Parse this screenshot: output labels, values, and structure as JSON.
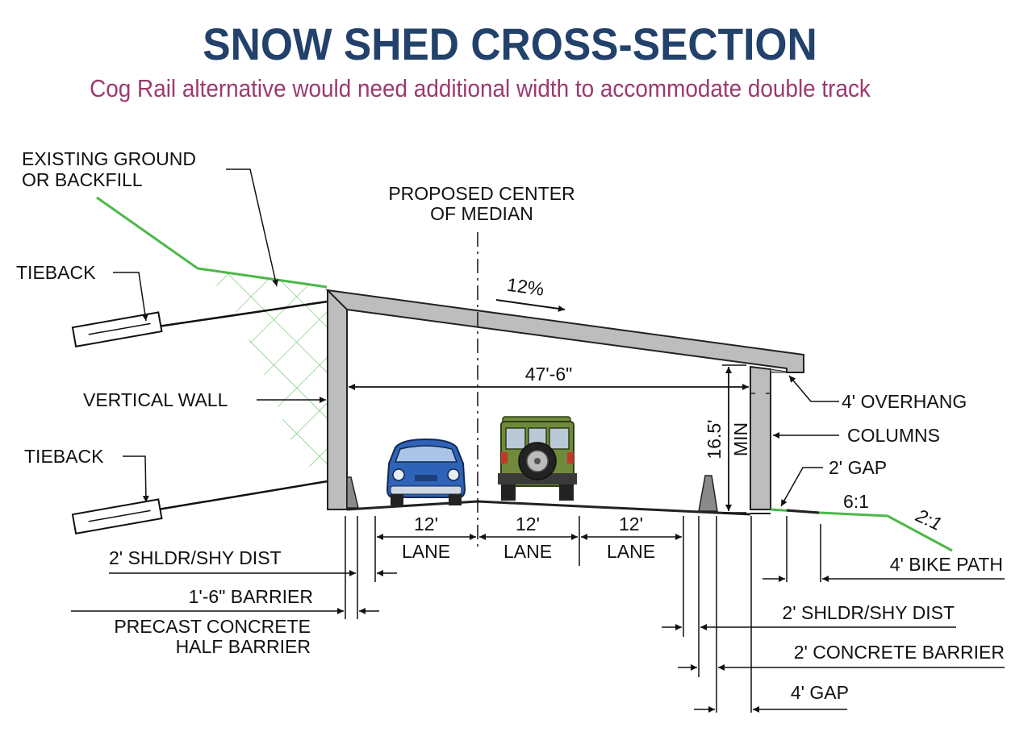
{
  "title": "SNOW SHED CROSS-SECTION",
  "subtitle": "Cog Rail alternative would need additional width to accommodate double track",
  "labels": {
    "existing_ground_1": "EXISTING GROUND",
    "existing_ground_2": "OR BACKFILL",
    "proposed_center_1": "PROPOSED CENTER",
    "proposed_center_2": "OF MEDIAN",
    "tieback": "TIEBACK",
    "slope": "12%",
    "width": "47'-6\"",
    "clearance": "16.5'",
    "min": "MIN",
    "vertical_wall": "VERTICAL WALL",
    "overhang": "4' OVERHANG",
    "columns": "COLUMNS",
    "gap_2": "2' GAP",
    "ratio_6_1": "6:1",
    "ratio_2_1": "2:1",
    "lane_width": "12'",
    "lane": "LANE",
    "bike_path": "4' BIKE PATH",
    "shldr_left": "2' SHLDR/SHY DIST",
    "barrier_left": "1'-6\" BARRIER",
    "precast_1": "PRECAST CONCRETE",
    "precast_2": "HALF BARRIER",
    "shldr_right": "2' SHLDR/SHY DIST",
    "concrete_barrier": "2' CONCRETE BARRIER",
    "gap_4": "4' GAP"
  },
  "colors": {
    "title": "#22416b",
    "subtitle": "#9b3a6e",
    "ground": "#4cb848",
    "concrete": "#bdbdbd",
    "car_blue": "#2f63b8",
    "jeep_green": "#6f8a3a"
  }
}
